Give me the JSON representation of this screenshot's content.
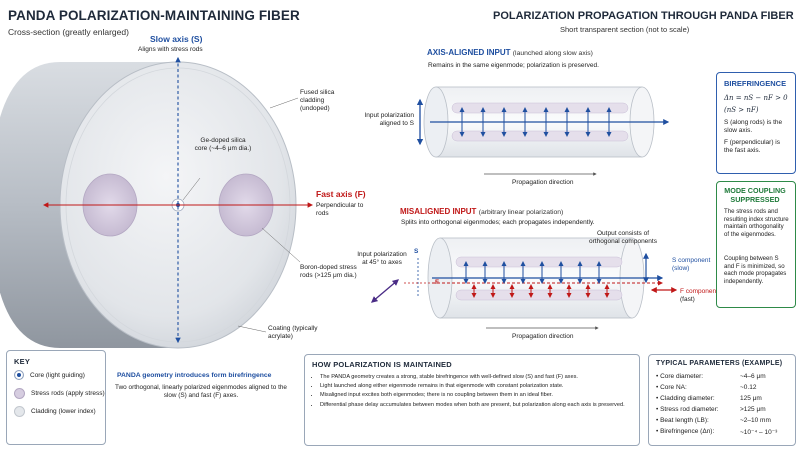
{
  "left": {
    "title": "PANDA POLARIZATION-MAINTAINING FIBER",
    "subtitle": "Cross-section (greatly enlarged)",
    "slow_axis": {
      "label": "Slow axis (S)",
      "desc": "Aligns with stress rods"
    },
    "fast_axis": {
      "label": "Fast axis (F)",
      "desc": "Perpendicular to rods"
    },
    "cladding": "Fused silica cladding (undoped)",
    "core": "Ge-doped silica core (~4–6 μm dia.)",
    "stress_rods": "Boron-doped stress rods (>125 μm dia.)",
    "coating": "Coating (typically acrylate)",
    "caption_title": "PANDA geometry introduces form birefringence",
    "caption_text": "Two orthogonal, linearly polarized eigenmodes aligned to the slow (S) and fast (F) axes."
  },
  "key": {
    "title": "KEY",
    "items": [
      {
        "label": "Core (light guiding)",
        "color": "#ffffff"
      },
      {
        "label": "Stress rods (apply stress)",
        "color": "#d6cde0"
      },
      {
        "label": "Cladding (lower index)",
        "color": "#e4e7eb"
      }
    ]
  },
  "right": {
    "title": "POLARIZATION PROPAGATION THROUGH PANDA FIBER",
    "subtitle": "Short transparent section (not to scale)",
    "aligned": {
      "heading": "AXIS-ALIGNED INPUT",
      "heading_note": "(launched along slow axis)",
      "desc": "Remains in the same eigenmode; polarization is preserved.",
      "input_label": "Input polarization aligned to S",
      "prop": "Propagation direction"
    },
    "misaligned": {
      "heading": "MISALIGNED INPUT",
      "heading_note": "(arbitrary linear polarization)",
      "desc": "Splits into orthogonal eigenmodes; each propagates independently.",
      "input_label": "Input polarization at 45° to axes",
      "output_label": "Output consists of orthogonal components",
      "s_label": "S",
      "f_label": "F",
      "s_comp": "S component",
      "s_comp_sub": "(slow)",
      "f_comp": "F component",
      "f_comp_sub": "(fast)",
      "prop": "Propagation direction"
    }
  },
  "birefringence": {
    "title": "BIREFRINGENCE",
    "eq1": "Δn = nS − nF > 0",
    "eq2": "(nS > nF)",
    "s_text": "S (along rods) is the slow axis.",
    "f_text": "F (perpendicular) is the fast axis."
  },
  "coupling": {
    "title": "MODE COUPLING SUPPRESSED",
    "p1": "The stress rods and resulting index structure maintain orthogonality of the eigenmodes.",
    "p2": "Coupling between S and F is minimized, so each mode propagates independently."
  },
  "how": {
    "title": "HOW POLARIZATION IS MAINTAINED",
    "items": [
      "The PANDA geometry creates a strong, stable birefringence with well-defined slow (S) and fast (F) axes.",
      "Light launched along either eigenmode remains in that eigenmode with constant polarization state.",
      "Misaligned input excites both eigenmodes; there is no coupling between them in an ideal fiber.",
      "Differential phase delay accumulates between modes when both are present, but polarization along each axis is preserved."
    ]
  },
  "params": {
    "title": "TYPICAL PARAMETERS (EXAMPLE)",
    "rows": [
      {
        "k": "• Core diameter:",
        "v": "~4–6 μm"
      },
      {
        "k": "• Core NA:",
        "v": "~0.12"
      },
      {
        "k": "• Cladding diameter:",
        "v": "125 μm"
      },
      {
        "k": "• Stress rod diameter:",
        "v": ">125 μm"
      },
      {
        "k": "• Beat length (LB):",
        "v": "~2–10 mm"
      },
      {
        "k": "• Birefringence (Δn):",
        "v": "~10⁻⁴ – 10⁻³"
      }
    ]
  },
  "colors": {
    "blue": "#1f4fa0",
    "red": "#c01818",
    "green": "#1f7a3a",
    "rod": "#d6cde0"
  }
}
